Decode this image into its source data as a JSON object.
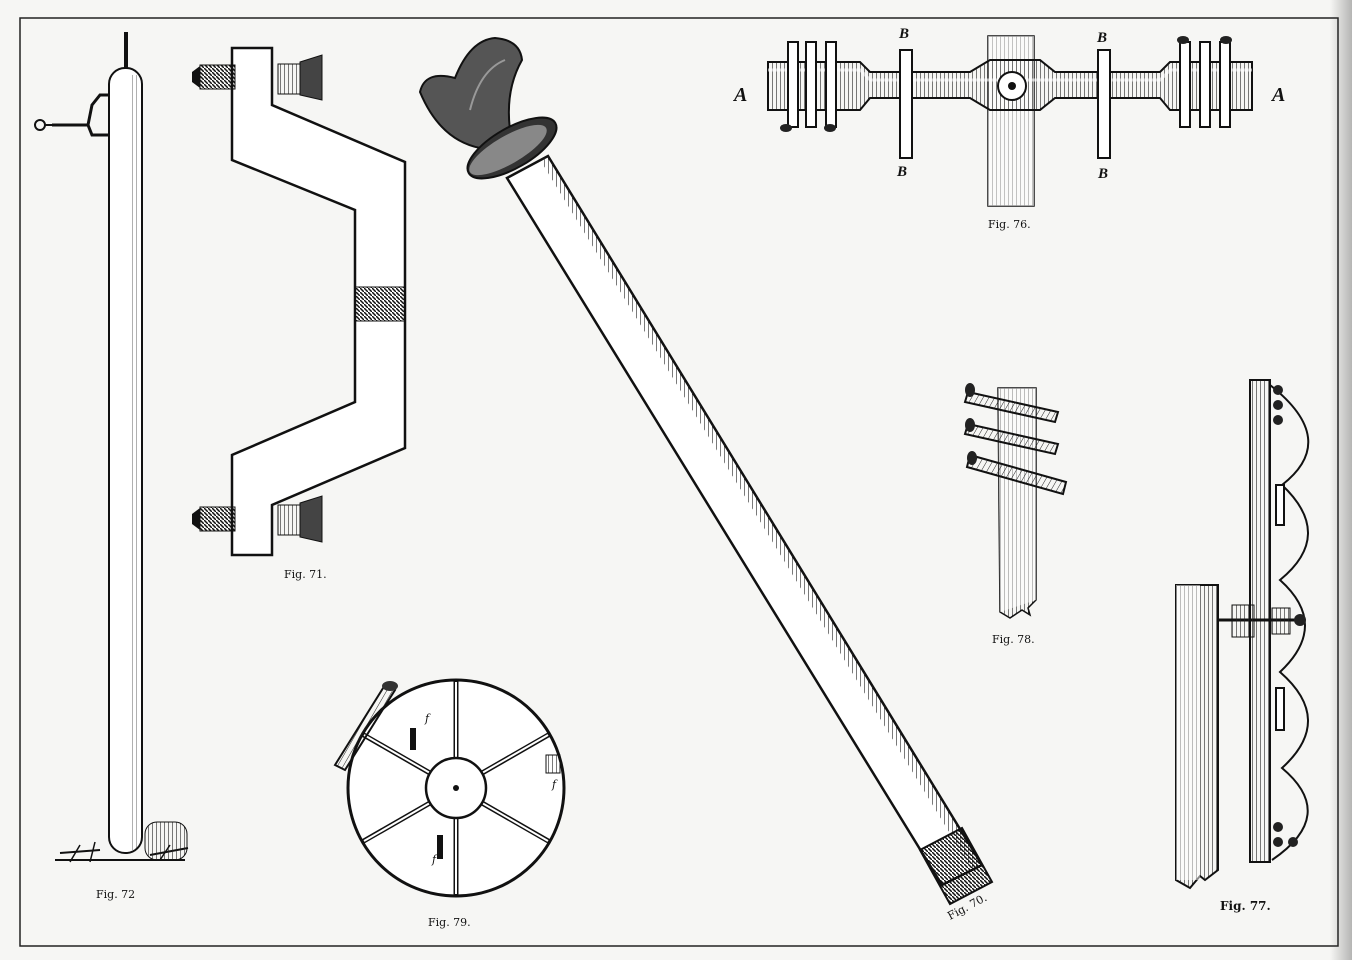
{
  "figures": {
    "fig70": {
      "caption": "Fig. 70."
    },
    "fig71": {
      "caption": "Fig. 71."
    },
    "fig72": {
      "caption": "Fig. 72"
    },
    "fig76": {
      "caption": "Fig. 76.",
      "labels": {
        "a_left": "A",
        "a_right": "A",
        "b_top_left": "B",
        "b_bottom_left": "B",
        "b_top_right": "B",
        "b_bottom_right": "B"
      }
    },
    "fig77": {
      "caption": "Fig. 77."
    },
    "fig78": {
      "caption": "Fig. 78."
    },
    "fig79": {
      "caption": "Fig. 79.",
      "labels": {
        "f1": "f",
        "f2": "f",
        "f3": "f"
      }
    }
  }
}
